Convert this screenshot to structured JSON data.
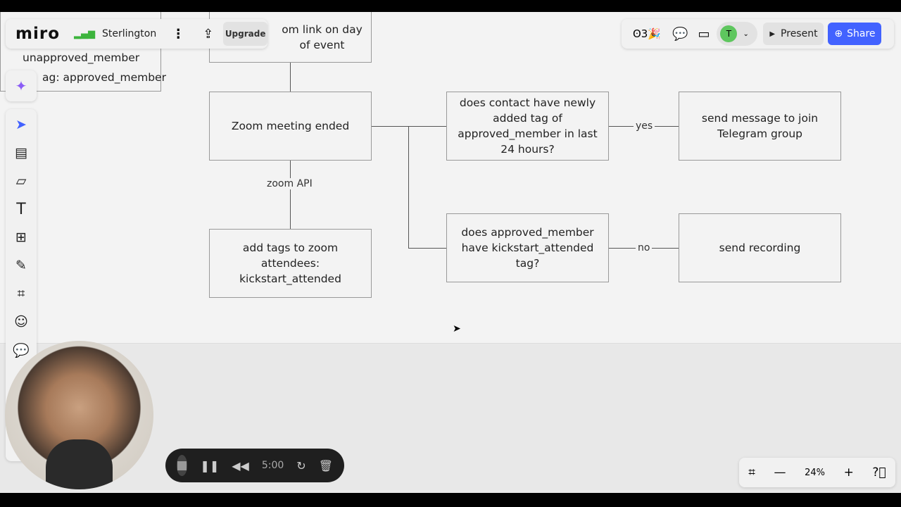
{
  "topbar": {
    "logo": "miro",
    "board_name": "Sterlington",
    "upgrade": "Upgrade",
    "avatar_initial": "T",
    "present": "Present",
    "share": "Share",
    "reactions_icon": "ʘ3🎉"
  },
  "diagram": {
    "partial_left_1": "unapproved_member",
    "partial_left_2": "ag: approved_member",
    "partial_top": "om link on day of event",
    "node_meeting_ended": "Zoom meeting ended",
    "edge_zoom_api": "zoom API",
    "node_add_tags": "add tags to zoom attendees: kickstart_attended",
    "node_check_new_tag": "does contact have newly added tag of approved_member in last 24 hours?",
    "edge_yes": "yes",
    "node_send_telegram": "send message to join Telegram group",
    "node_check_attended": "does approved_member have kickstart_attended tag?",
    "edge_no": "no",
    "node_send_recording": "send recording"
  },
  "recorder": {
    "time": "5:00"
  },
  "zoom": {
    "level": "24%"
  },
  "colors": {
    "accent": "#4262ff",
    "avatar": "#5ec65e",
    "sparkle": "#8b5cf6"
  }
}
